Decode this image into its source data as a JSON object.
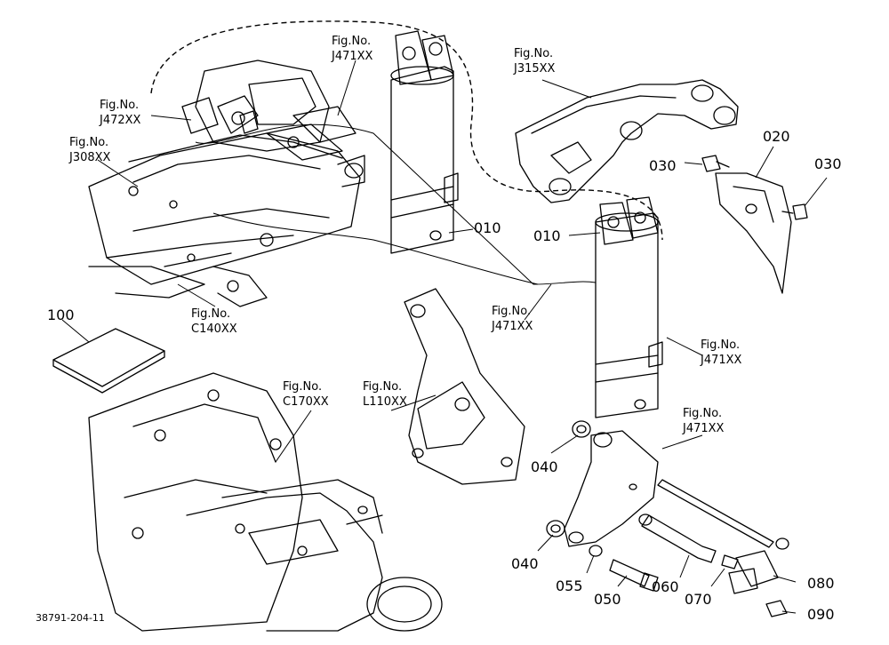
{
  "labels": {
    "fig_prefix": "Fig.No.",
    "fig_j471_top": "J471XX",
    "fig_j472": "J472XX",
    "fig_j308": "J308XX",
    "fig_j315": "J315XX",
    "fig_c140": "C140XX",
    "fig_j471_mid": "J471XX",
    "fig_j471_right": "J471XX",
    "fig_c170": "C170XX",
    "fig_l110": "L110XX",
    "fig_j471_low": "J471XX",
    "part_020": "020",
    "part_030_left": "030",
    "part_030_right": "030",
    "part_010_a": "010",
    "part_010_b": "010",
    "part_100": "100",
    "part_040_a": "040",
    "part_040_b": "040",
    "part_055": "055",
    "part_050": "050",
    "part_060": "060",
    "part_070": "070",
    "part_080": "080",
    "part_090": "090"
  },
  "drawing_reference": "38791-204-11"
}
